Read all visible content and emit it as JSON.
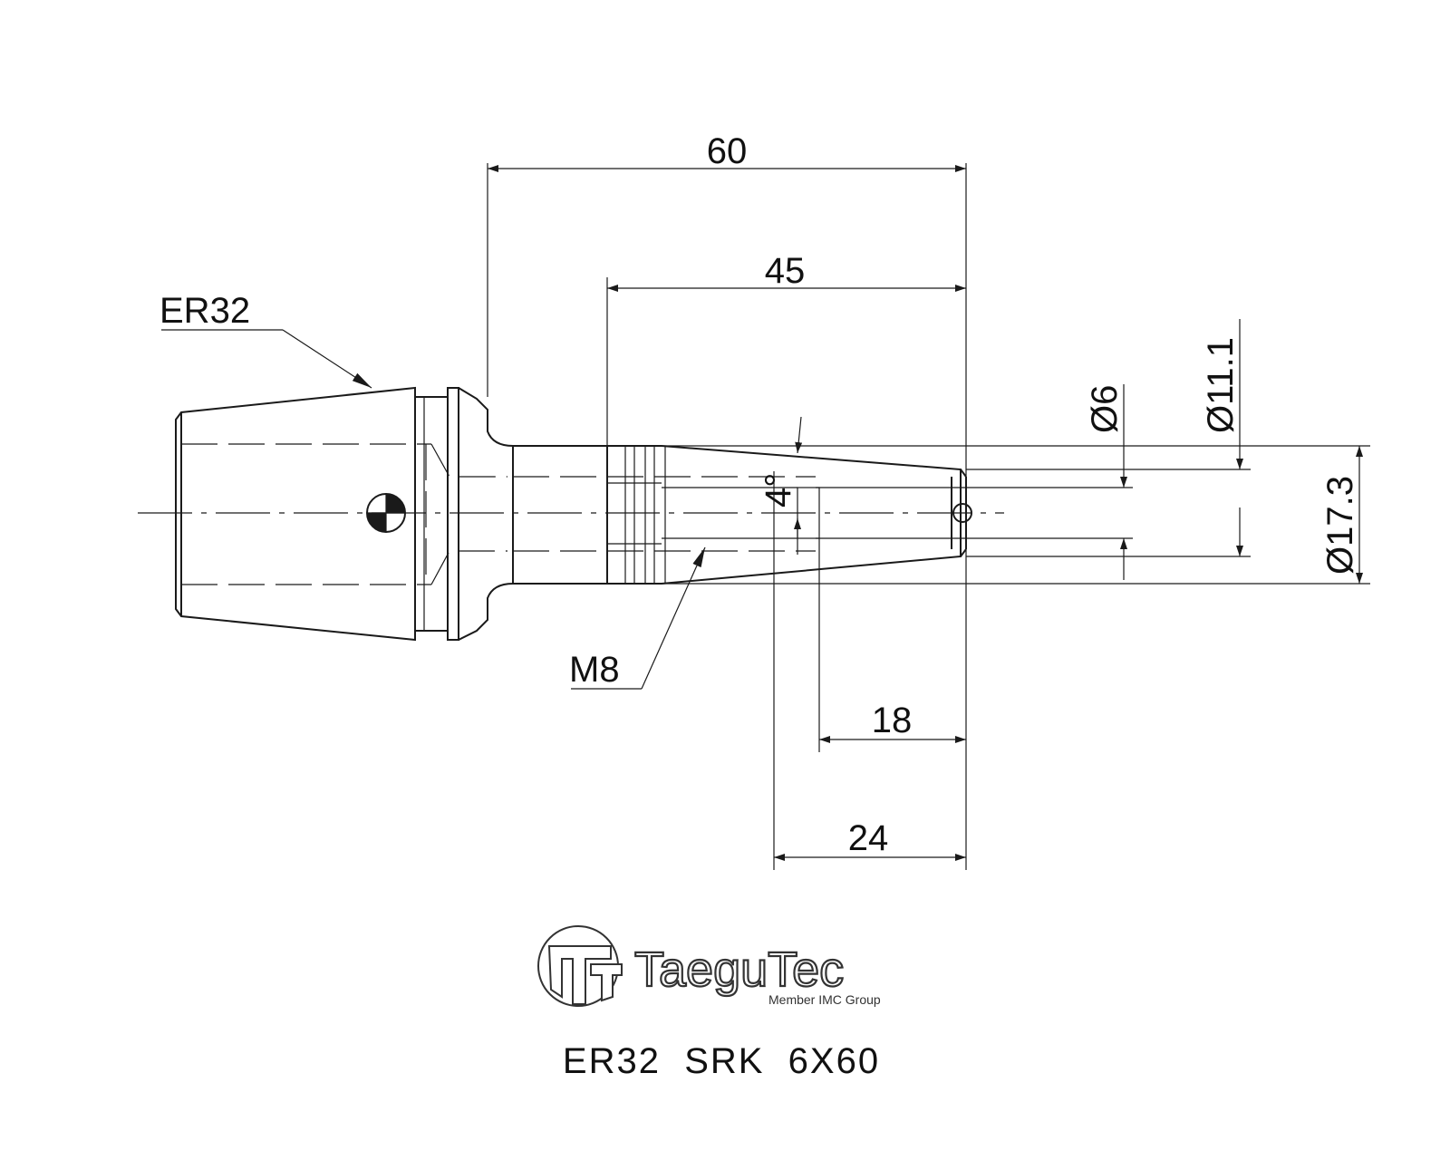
{
  "drawing": {
    "callouts": {
      "collet": "ER32",
      "thread": "M8",
      "angle": "4°"
    },
    "dimensions": {
      "overall_length": "60",
      "taper_length": "45",
      "bore_depth": "18",
      "thread_length": "24",
      "bore_dia": "Ø6",
      "mid_dia": "Ø11.1",
      "outer_dia": "Ø17.3"
    }
  },
  "logo": {
    "brand": "TaeguTec",
    "tagline": "Member IMC Group"
  },
  "title": "ER32  SRK  6X60",
  "colors": {
    "ink": "#1a1a1a",
    "background": "#ffffff"
  }
}
